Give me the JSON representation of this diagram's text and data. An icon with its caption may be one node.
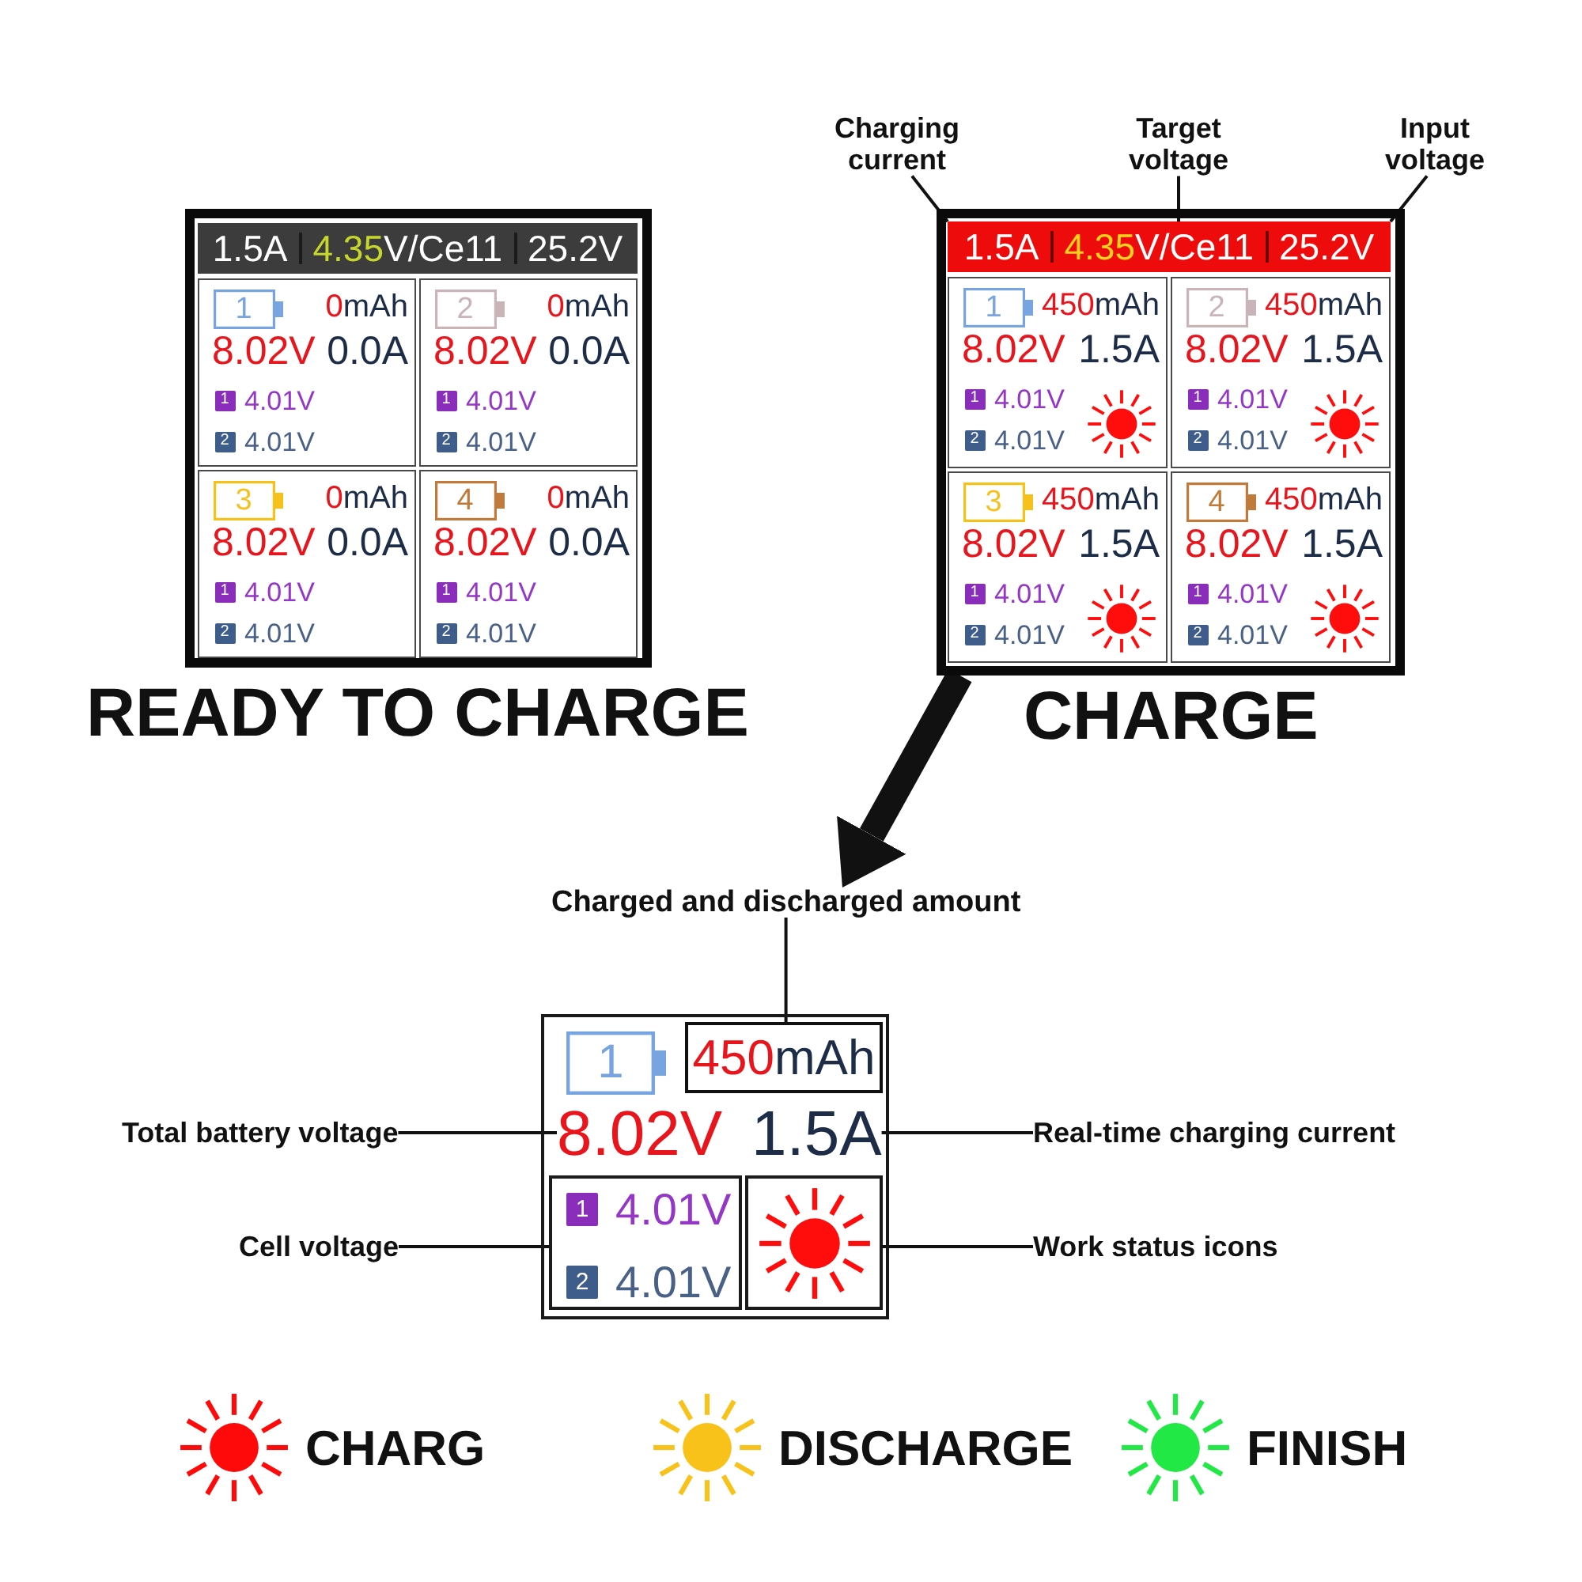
{
  "diagram": {
    "nodes": [
      {
        "text": [
          "Charging current"
        ]
      },
      {
        "text": [
          "Target voltage"
        ]
      },
      {
        "text": [
          "Input voltage"
        ]
      },
      {
        "text": [],
        "shape": "box",
        "beside": [
          "READY TO CHARGE"
        ]
      },
      {
        "text": [
          "1.5A",
          "4.35V/Ce11",
          "25.2V"
        ],
        "in": 3
      },
      {
        "text": [
          "0mAh",
          "8.02V",
          "0.0A"
        ],
        "in": 3
      },
      {
        "text": [
          "1"
        ],
        "in": 5
      },
      {
        "text": [
          "1"
        ],
        "in": 5,
        "beside": [
          "4.01V"
        ]
      },
      {
        "text": [
          "2"
        ],
        "in": 5,
        "beside": [
          "4.01V"
        ]
      },
      {
        "text": [
          "0mAh",
          "8.02V",
          "0.0A"
        ],
        "in": 3
      },
      {
        "text": [
          "2"
        ],
        "in": 9
      },
      {
        "text": [
          "1"
        ],
        "in": 9,
        "beside": [
          "4.01V"
        ]
      },
      {
        "text": [
          "2"
        ],
        "in": 9,
        "beside": [
          "4.01V"
        ]
      },
      {
        "text": [
          "0mAh",
          "8.02V",
          "0.0A"
        ],
        "in": 3
      },
      {
        "text": [
          "3"
        ],
        "in": 13
      },
      {
        "text": [
          "1"
        ],
        "in": 13,
        "beside": [
          "4.01V"
        ]
      },
      {
        "text": [
          "2"
        ],
        "in": 13,
        "beside": [
          "4.01V"
        ]
      },
      {
        "text": [
          "0mAh",
          "8.02V",
          "0.0A"
        ],
        "in": 3
      },
      {
        "text": [
          "4"
        ],
        "in": 17
      },
      {
        "text": [
          "1"
        ],
        "in": 17,
        "beside": [
          "4.01V"
        ]
      },
      {
        "text": [
          "2"
        ],
        "in": 17,
        "beside": [
          "4.01V"
        ]
      },
      {
        "text": [],
        "shape": "box",
        "beside": [
          "CHARGE"
        ]
      },
      {
        "text": [
          "1.5A",
          "4.35V/Ce11",
          "25.2V"
        ],
        "in": 21
      },
      {
        "text": [
          "450mAh",
          "8.02V",
          "1.5A"
        ],
        "in": 21
      },
      {
        "text": [
          "1"
        ],
        "in": 23
      },
      {
        "text": [
          "1"
        ],
        "in": 23,
        "beside": [
          "4.01V"
        ]
      },
      {
        "text": [
          "2"
        ],
        "in": 23,
        "beside": [
          "4.01V"
        ]
      },
      {
        "text": [
          "450mAh",
          "8.02V",
          "1.5A"
        ],
        "in": 21
      },
      {
        "text": [
          "2"
        ],
        "in": 27
      },
      {
        "text": [
          "1"
        ],
        "in": 27,
        "beside": [
          "4.01V"
        ]
      },
      {
        "text": [
          "2"
        ],
        "in": 27,
        "beside": [
          "4.01V"
        ]
      },
      {
        "text": [
          "450mAh",
          "8.02V",
          "1.5A"
        ],
        "in": 21
      },
      {
        "text": [
          "3"
        ],
        "in": 31
      },
      {
        "text": [
          "1"
        ],
        "in": 31,
        "beside": [
          "4.01V"
        ]
      },
      {
        "text": [
          "2"
        ],
        "in": 31,
        "beside": [
          "4.01V"
        ]
      },
      {
        "text": [
          "450mAh",
          "8.02V",
          "1.5A"
        ],
        "in": 21
      },
      {
        "text": [
          "4"
        ],
        "in": 35
      },
      {
        "text": [
          "1"
        ],
        "in": 35,
        "beside": [
          "4.01V"
        ]
      },
      {
        "text": [
          "2"
        ],
        "in": 35,
        "beside": [
          "4.01V"
        ]
      },
      {
        "text": [
          "Charged and discharged amount"
        ]
      },
      {
        "text": [],
        "shape": "box"
      },
      {
        "text": [
          "1"
        ],
        "in": 40
      },
      {
        "text": [
          "450mAh"
        ],
        "in": 40
      },
      {
        "text": [
          "Total battery voltage"
        ]
      },
      {
        "text": [
          "8.02V"
        ],
        "in": 40
      },
      {
        "text": [
          "1.5A"
        ],
        "in": 40
      },
      {
        "text": [
          "Real-time charging current"
        ]
      },
      {
        "text": [
          "Cell voltage"
        ]
      },
      {
        "text": [],
        "shape": "box",
        "in": 40
      },
      {
        "text": [
          "1"
        ],
        "in": 48,
        "beside": [
          "4.01V"
        ]
      },
      {
        "text": [
          "2"
        ],
        "in": 48,
        "beside": [
          "4.01V"
        ]
      },
      {
        "text": [],
        "shape": "box",
        "in": 40
      },
      {
        "text": [
          "Work status icons"
        ]
      }
    ],
    "edges": [
      {
        "from": 0,
        "to": 22,
        "arrow": "none"
      },
      {
        "from": 1,
        "to": 22,
        "arrow": "none"
      },
      {
        "from": 2,
        "to": 22,
        "arrow": "none"
      },
      {
        "from": 21,
        "to": 39,
        "arrow": "to",
        "style": "thick"
      },
      {
        "from": 39,
        "to": 42,
        "arrow": "none"
      },
      {
        "from": 43,
        "to": 44,
        "arrow": "none"
      },
      {
        "from": 46,
        "to": 45,
        "arrow": "none"
      },
      {
        "from": 47,
        "to": 48,
        "arrow": "none"
      },
      {
        "from": 52,
        "to": 51,
        "arrow": "none"
      }
    ],
    "legend": [
      {
        "text": "CHARG",
        "color": "#ff0a0a"
      },
      {
        "text": "DISCHARGE",
        "color": "#f9c21a"
      },
      {
        "text": "FINISH",
        "color": "#22e846"
      }
    ]
  }
}
